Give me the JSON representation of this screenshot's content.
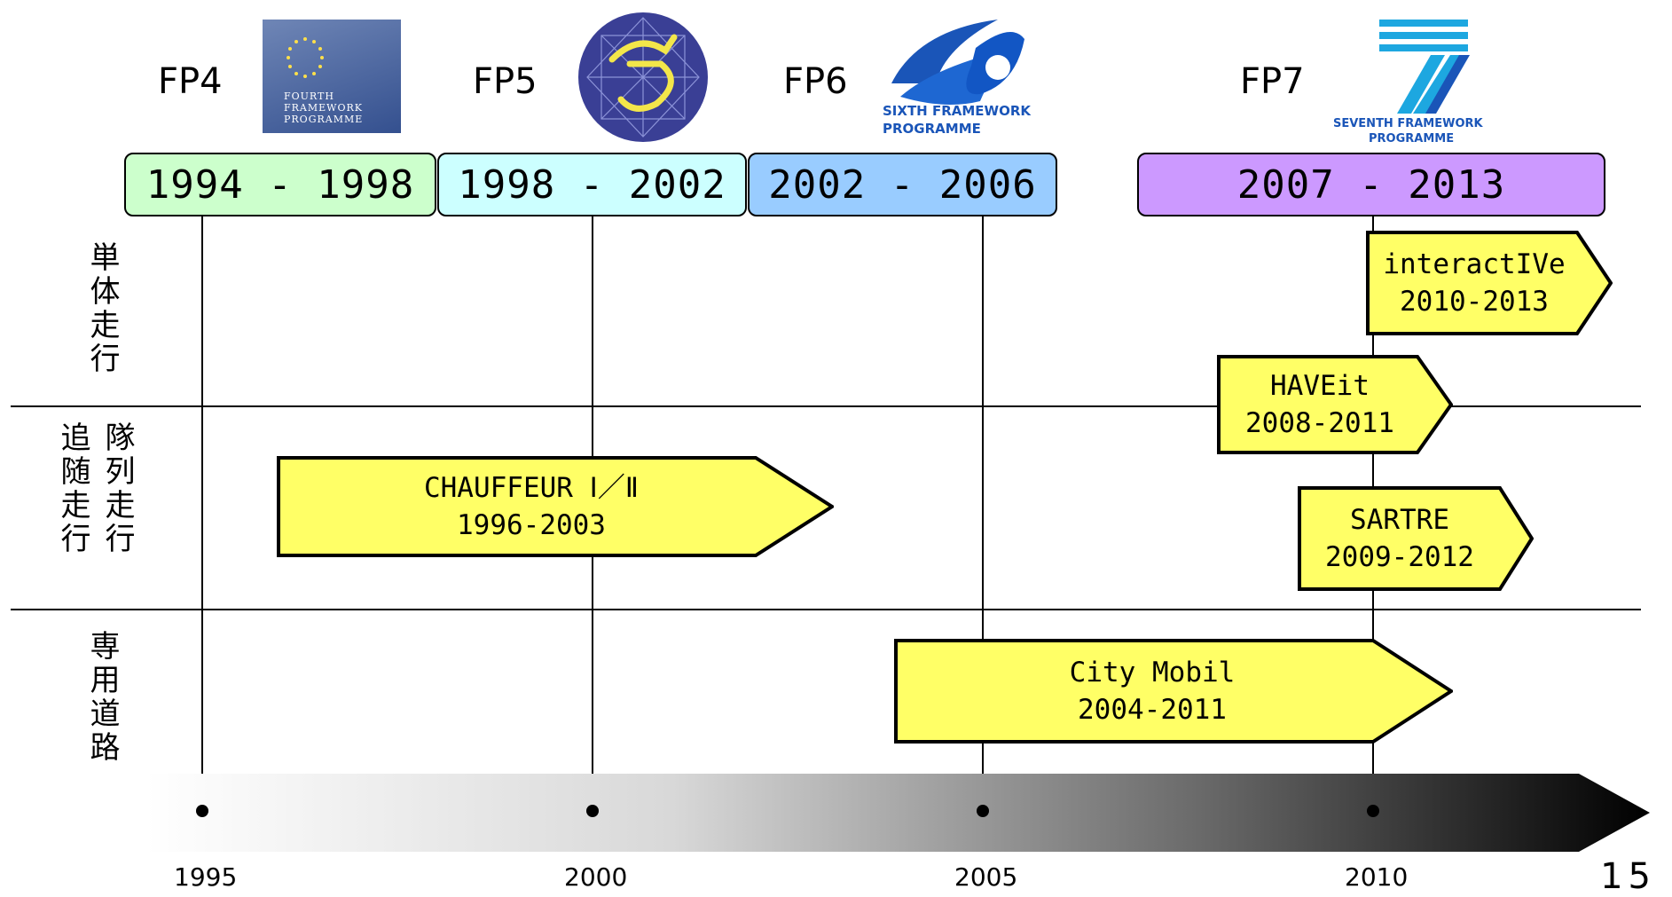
{
  "frameworks": [
    {
      "label": "FP4",
      "period": "1994 - 1998",
      "color": "#ccffcc",
      "logo_text": [
        "FOURTH",
        "FRAMEWORK",
        "PROGRAMME"
      ]
    },
    {
      "label": "FP5",
      "period": "1998 - 2002",
      "color": "#ccffff"
    },
    {
      "label": "FP6",
      "period": "2002 - 2006",
      "color": "#99ccff",
      "logo_text": [
        "SIXTH FRAMEWORK",
        "PROGRAMME"
      ]
    },
    {
      "label": "FP7",
      "period": "2007 - 2013",
      "color": "#cc99ff",
      "logo_text": [
        "SEVENTH FRAMEWORK",
        "PROGRAMME"
      ]
    }
  ],
  "categories": [
    {
      "label": "単体走行"
    },
    {
      "label": "隊列走行",
      "label_col2": "追随走行"
    },
    {
      "label": "専用道路"
    }
  ],
  "projects": [
    {
      "name": "interactIVe",
      "years": "2010-2013"
    },
    {
      "name": "HAVEit",
      "years": "2008-2011"
    },
    {
      "name": "CHAUFFEUR Ⅰ／Ⅱ",
      "years": "1996-2003"
    },
    {
      "name": "SARTRE",
      "years": "2009-2012"
    },
    {
      "name": "City Mobil",
      "years": "2004-2011"
    }
  ],
  "axis": {
    "years": [
      "1995",
      "2000",
      "2005",
      "2010"
    ]
  },
  "page_number": "15",
  "colors": {
    "project_fill": "#ffff66",
    "axis_gradient_start": "#ffffff",
    "axis_gradient_end": "#000000"
  }
}
